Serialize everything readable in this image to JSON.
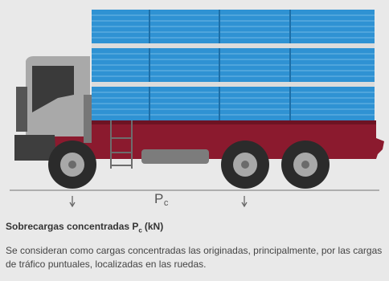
{
  "load": {
    "symbol": "P",
    "subscript": "c"
  },
  "section": {
    "title_main": "Sobrecargas concentradas P",
    "title_sub": "c",
    "title_units": "(kN)",
    "description": "Se consideran como cargas concentradas las originadas, principalmente, por las cargas de tráfico puntuales, localizadas en las ruedas."
  },
  "colors": {
    "background": "#e9e9e9",
    "chassis": "#8b1a2e",
    "pipes": "#2f92d3",
    "cab": "#a9a9a9",
    "tire": "#2b2b2b"
  }
}
